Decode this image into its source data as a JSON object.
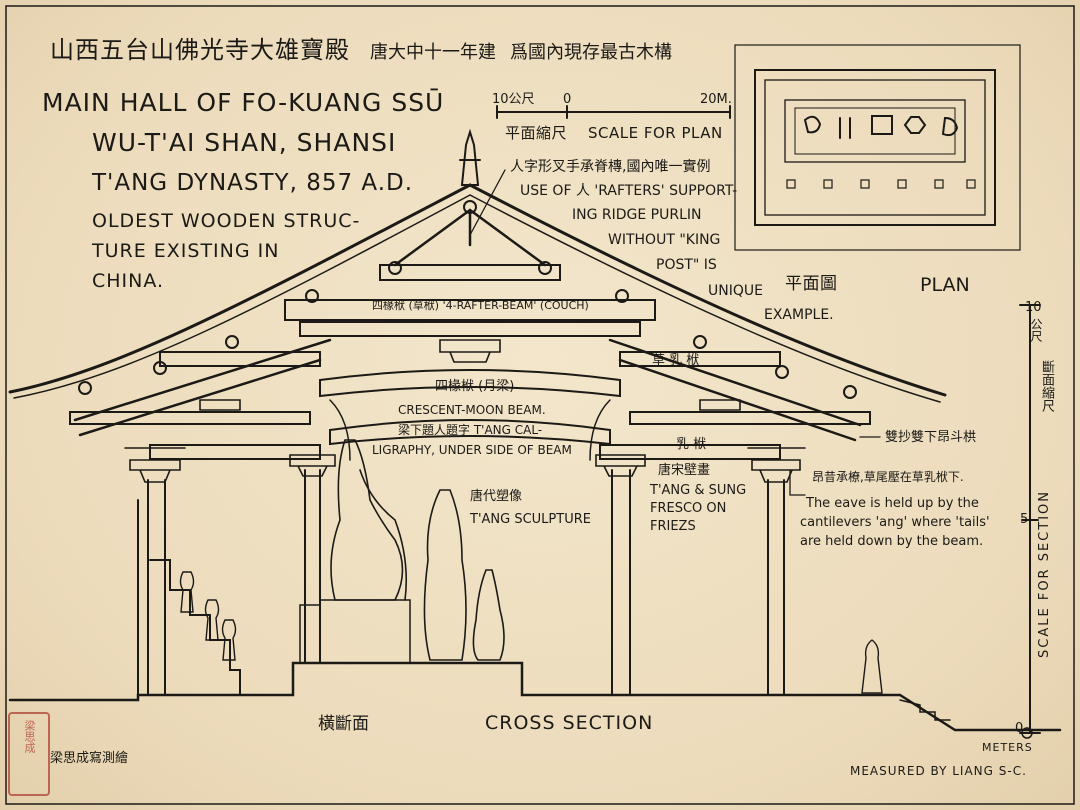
{
  "header": {
    "chinese_title": "山西五台山佛光寺大雄寶殿",
    "chinese_date": "唐大中十一年建",
    "chinese_note": "爲國內現存最古木構"
  },
  "title": {
    "line1": "MAIN HALL OF FO-KUANG SSŪ",
    "line2": "WU-T'AI SHAN, SHANSI",
    "line3": "T'ANG DYNASTY, 857 A.D.",
    "desc1": "OLDEST WOODEN STRUC-",
    "desc2": "TURE EXISTING IN",
    "desc3": "CHINA."
  },
  "plan_scale": {
    "left": "10公尺",
    "zero": "0",
    "right": "20M.",
    "chinese": "平面縮尺",
    "english": "SCALE FOR PLAN"
  },
  "rafter_note": {
    "chinese": "人字形叉手承脊槫,國內唯一實例",
    "line1": "USE OF 人 'RAFTERS' SUPPORT-",
    "line2": "ING RIDGE PURLIN",
    "line3": "WITHOUT \"KING",
    "line4": "POST\" IS",
    "line5": "UNIQUE",
    "line6": "EXAMPLE."
  },
  "plan": {
    "chinese": "平面圖",
    "english": "PLAN"
  },
  "section_labels": {
    "beam_4_rafter": "四椽栿 (草栿) '4-RAFTER-BEAM' (COUCH)",
    "crescent_zh": "四椽栿 (月梁)",
    "crescent1": "CRESCENT-MOON BEAM.",
    "crescent2": "梁下題人題字 T'ANG CAL-",
    "crescent3": "LIGRAPHY, UNDER SIDE OF BEAM",
    "cao_ru": "草 乳 栿",
    "ru_fu": "乳 栿",
    "fresco_zh": "唐宋壁畫",
    "fresco1": "T'ANG & SUNG",
    "fresco2": "FRESCO ON",
    "fresco3": "FRIEZS",
    "sculpture_zh": "唐代塑像",
    "sculpture": "T'ANG SCULPTURE",
    "bracket_zh": "雙抄雙下昂斗栱",
    "eave_zh": "昂昔承橑,草尾壓在草乳栿下.",
    "eave1": "The eave is held up by the",
    "eave2": "cantilevers 'ang' where 'tails'",
    "eave3": "are held down by the beam.",
    "cross_zh": "橫斷面",
    "cross": "CROSS SECTION"
  },
  "section_scale": {
    "top": "10",
    "top_unit": "公尺",
    "chinese": "斷面縮尺",
    "mid": "5",
    "label": "SCALE FOR SECTION",
    "bottom": "0",
    "unit": "METERS"
  },
  "credits": {
    "chinese": "梁思成寫測繪",
    "english": "MEASURED BY LIANG S-C.",
    "seal": "梁思成"
  },
  "colors": {
    "paper": "#efdfc1",
    "ink": "#1c1a16",
    "seal": "#b24a3c"
  }
}
